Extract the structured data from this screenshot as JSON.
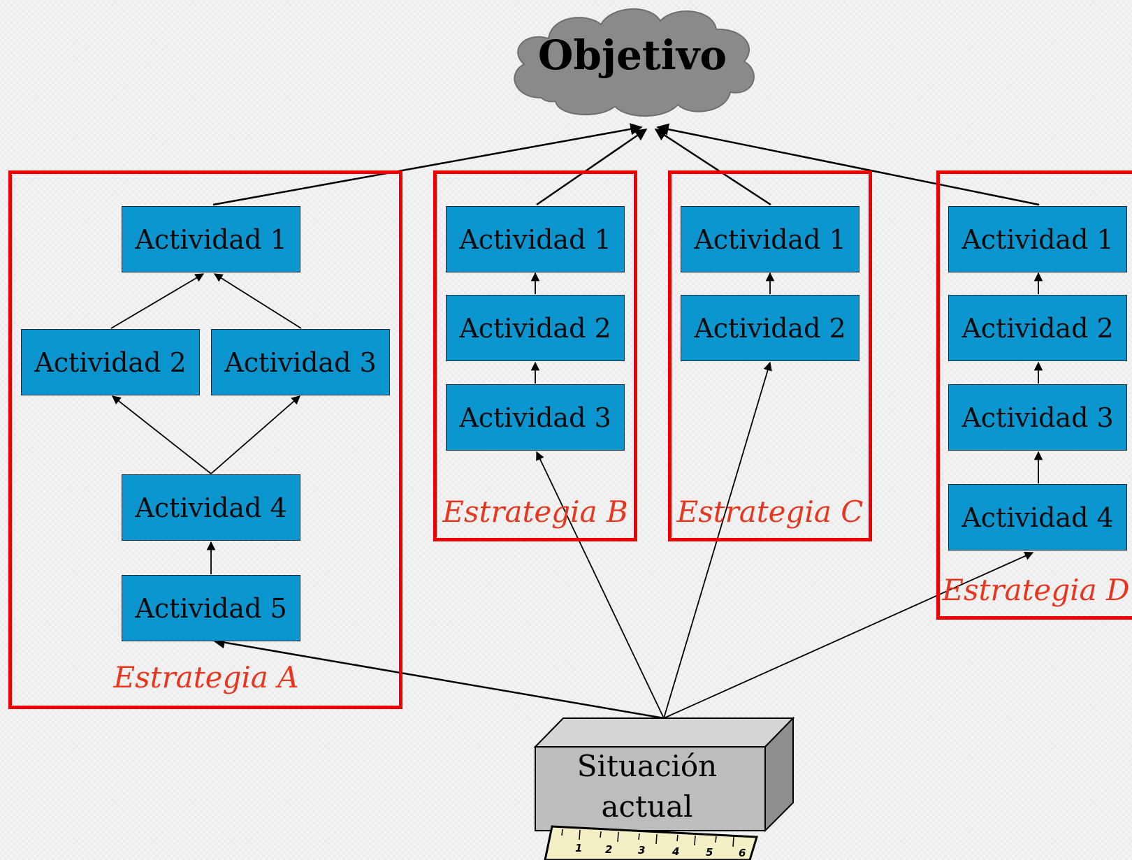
{
  "goal": {
    "label": "Objetivo"
  },
  "current_situation": {
    "line1": "Situación",
    "line2": "actual",
    "ruler_marks": [
      "1",
      "2",
      "3",
      "4",
      "5",
      "6"
    ]
  },
  "strategies": {
    "a": {
      "label": "Estrategia A",
      "activities": [
        "Actividad 1",
        "Actividad 2",
        "Actividad 3",
        "Actividad 4",
        "Actividad 5"
      ]
    },
    "b": {
      "label": "Estrategia B",
      "activities": [
        "Actividad 1",
        "Actividad 2",
        "Actividad 3"
      ]
    },
    "c": {
      "label": "Estrategia C",
      "activities": [
        "Actividad 1",
        "Actividad 2"
      ]
    },
    "d": {
      "label": "Estrategia D",
      "activities": [
        "Actividad 1",
        "Actividad 2",
        "Actividad 3",
        "Actividad 4"
      ]
    }
  },
  "colors": {
    "activity_fill": "#0b96cf",
    "strategy_border": "#ee0000",
    "strategy_label": "#e8361e",
    "goal_cloud": "#8a8a8a",
    "situation_box": "#bdbdbd"
  }
}
